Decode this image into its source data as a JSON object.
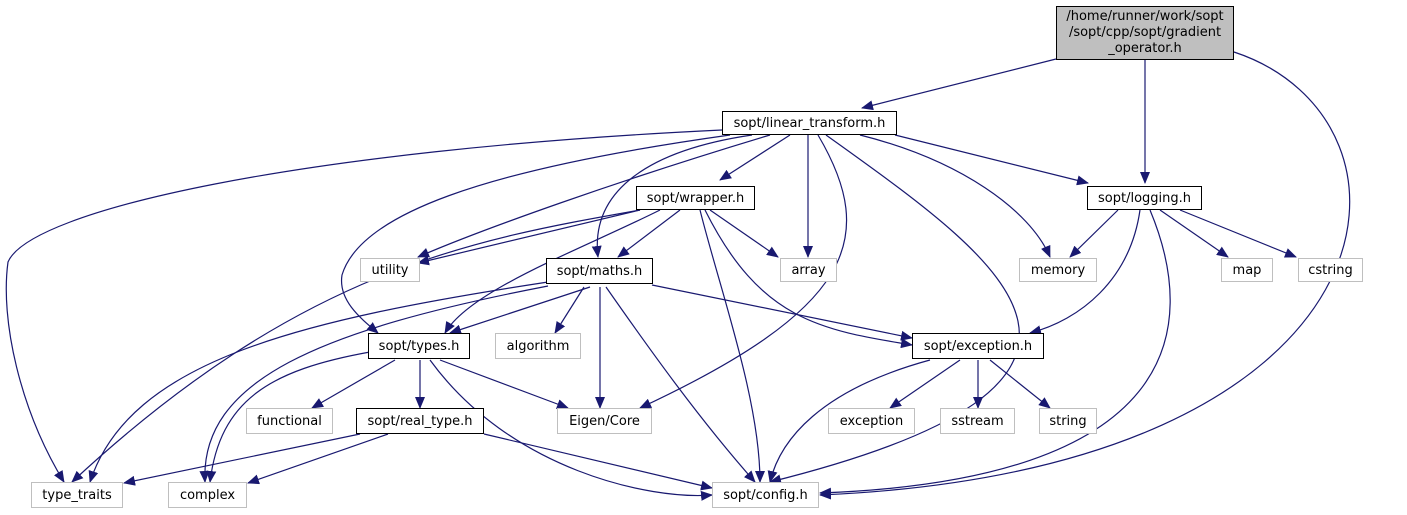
{
  "graph": {
    "root": {
      "lines": [
        "/home/runner/work/sopt",
        "/sopt/cpp/sopt/gradient",
        "_operator.h"
      ]
    },
    "nodes": {
      "linear_transform": "sopt/linear_transform.h",
      "wrapper": "sopt/wrapper.h",
      "logging": "sopt/logging.h",
      "utility": "utility",
      "array": "array",
      "memory": "memory",
      "map": "map",
      "cstring": "cstring",
      "maths": "sopt/maths.h",
      "types": "sopt/types.h",
      "algorithm": "algorithm",
      "exception_h": "sopt/exception.h",
      "functional": "functional",
      "real_type": "sopt/real_type.h",
      "eigen_core": "Eigen/Core",
      "exception": "exception",
      "sstream": "sstream",
      "string": "string",
      "type_traits": "type_traits",
      "complex": "complex",
      "config": "sopt/config.h"
    },
    "colors": {
      "edge": "#191970",
      "root_fill": "#bfbfbf",
      "header_border": "#000000",
      "system_border": "#bfbfbf"
    }
  }
}
